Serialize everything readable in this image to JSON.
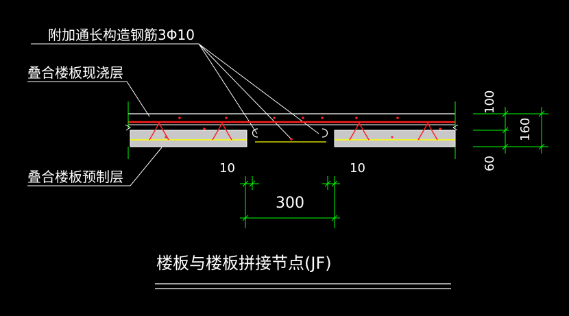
{
  "labels": {
    "added_rebar": "附加通长构造钢筋3Φ10",
    "cast_layer": "叠合楼板现浇层",
    "precast_layer": "叠合楼板预制层"
  },
  "dimensions": {
    "gap_left": "10",
    "gap_right": "10",
    "span": "300",
    "top_layer": "100",
    "total": "160",
    "bottom_layer": "60"
  },
  "title": "楼板与楼板拼接节点(JF)",
  "colors": {
    "background": "#000000",
    "text": "#ffffff",
    "dimension": "#00ff00",
    "rebar_red": "#ff2020",
    "rebar_yellow": "#ffff00",
    "concrete_fill": "#c8c8c8",
    "outline": "#ffffff"
  }
}
